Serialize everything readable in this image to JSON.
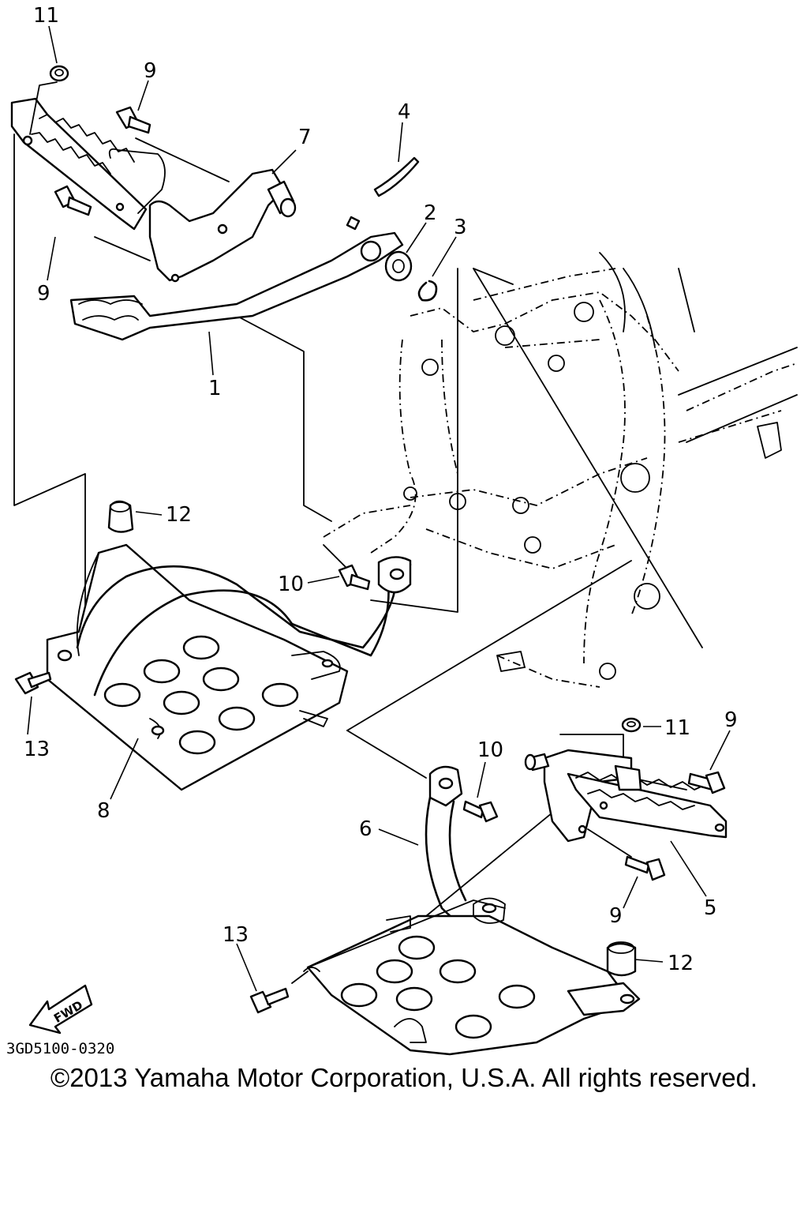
{
  "callouts": {
    "c1": "1",
    "c2": "2",
    "c3": "3",
    "c4": "4",
    "c5": "5",
    "c6": "6",
    "c7": "7",
    "c8": "8",
    "c9a": "9",
    "c9b": "9",
    "c9c": "9",
    "c9d": "9",
    "c10a": "10",
    "c10b": "10",
    "c11a": "11",
    "c11b": "11",
    "c12a": "12",
    "c12b": "12",
    "c13a": "13",
    "c13b": "13"
  },
  "fwd_label": "FWD",
  "diagram_code": "3GD5100-0320",
  "copyright": "©2013 Yamaha Motor Corporation, U.S.A. All rights reserved."
}
